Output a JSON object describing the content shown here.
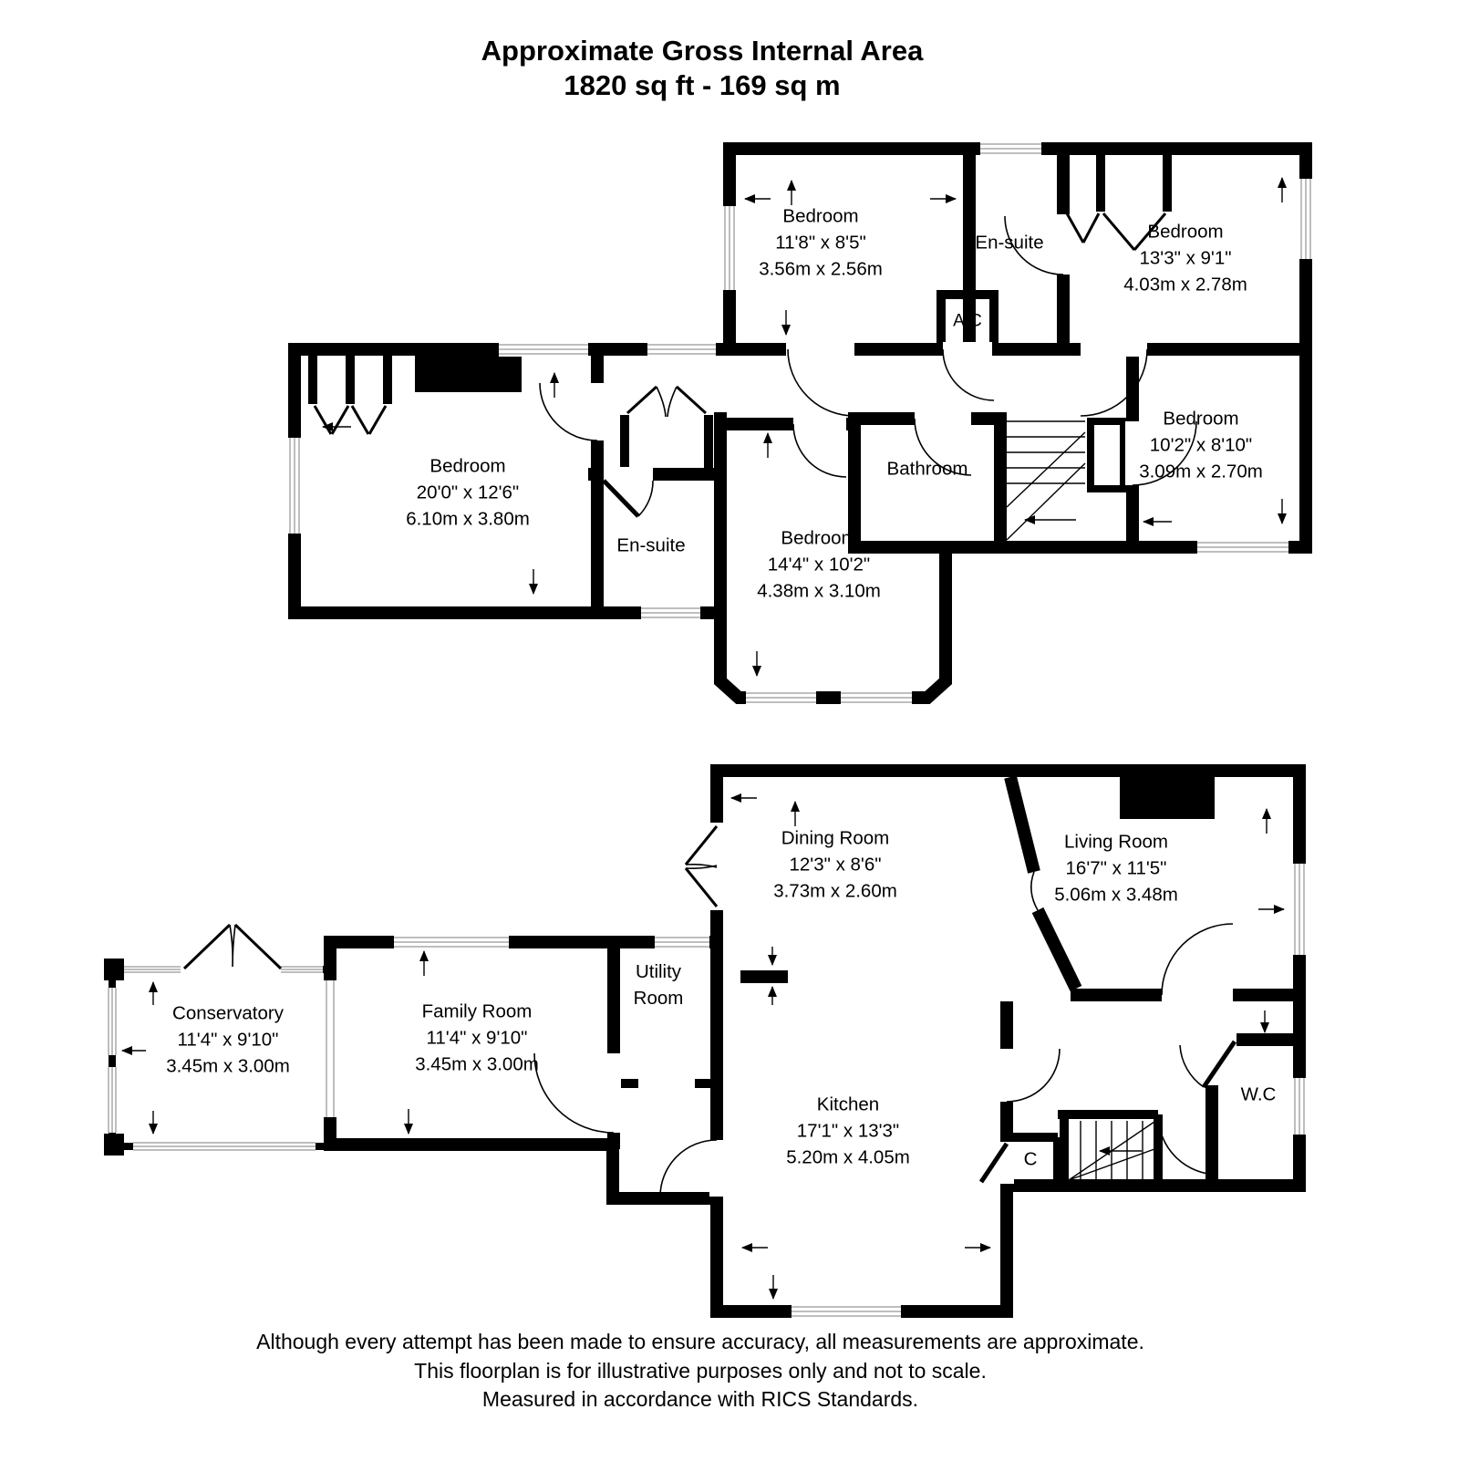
{
  "title": {
    "line1": "Approximate Gross Internal Area",
    "line2": "1820 sq ft - 169 sq m"
  },
  "floors": {
    "first": {
      "rooms": {
        "bedroom_top": {
          "name": "Bedroom",
          "imperial": "11'8\" x 8'5\"",
          "metric": "3.56m x 2.56m"
        },
        "ensuite_top": {
          "name": "En-suite"
        },
        "bedroom_topright": {
          "name": "Bedroom",
          "imperial": "13'3\" x 9'1\"",
          "metric": "4.03m x 2.78m"
        },
        "ac_cupboard": {
          "name": "A/C"
        },
        "bedroom_right": {
          "name": "Bedroom",
          "imperial": "10'2\" x 8'10\"",
          "metric": "3.09m x 2.70m"
        },
        "bathroom": {
          "name": "Bathroom"
        },
        "bedroom_middle": {
          "name": "Bedroom",
          "imperial": "14'4\" x 10'2\"",
          "metric": "4.38m x 3.10m"
        },
        "bedroom_master": {
          "name": "Bedroom",
          "imperial": "20'0\" x 12'6\"",
          "metric": "6.10m x 3.80m"
        },
        "ensuite_master": {
          "name": "En-suite"
        }
      }
    },
    "ground": {
      "rooms": {
        "dining_room": {
          "name": "Dining Room",
          "imperial": "12'3\" x 8'6\"",
          "metric": "3.73m x 2.60m"
        },
        "living_room": {
          "name": "Living Room",
          "imperial": "16'7\" x 11'5\"",
          "metric": "5.06m x 3.48m"
        },
        "conservatory": {
          "name": "Conservatory",
          "imperial": "11'4\" x 9'10\"",
          "metric": "3.45m x 3.00m"
        },
        "family_room": {
          "name": "Family Room",
          "imperial": "11'4\" x 9'10\"",
          "metric": "3.45m x 3.00m"
        },
        "utility_room": {
          "name_line1": "Utility",
          "name_line2": "Room"
        },
        "kitchen": {
          "name": "Kitchen",
          "imperial": "17'1\" x 13'3\"",
          "metric": "5.20m x 4.05m"
        },
        "wc": {
          "name": "W.C"
        },
        "cupboard": {
          "name": "C"
        }
      }
    }
  },
  "footer": {
    "line1": "Although every attempt has been made to ensure accuracy, all measurements are approximate.",
    "line2": "This floorplan is for illustrative purposes only and not to scale.",
    "line3": "Measured in accordance with RICS Standards."
  },
  "colors": {
    "wall": "#000000",
    "background": "#ffffff",
    "glazing": "#a8a8a8"
  }
}
